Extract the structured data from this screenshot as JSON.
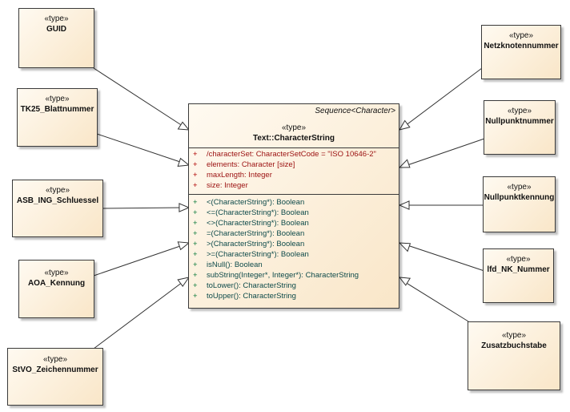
{
  "main_class": {
    "template": "Sequence<Character>",
    "template_prefix": "Sequence<",
    "template_param": "Character",
    "template_suffix": ">",
    "stereotype": "«type»",
    "name": "Text::CharacterString",
    "attributes": [
      {
        "visibility": "+",
        "text": "/characterSet: CharacterSetCode = \"ISO 10646-2\""
      },
      {
        "visibility": "+",
        "text": "elements: Character [size]"
      },
      {
        "visibility": "+",
        "text": "maxLength: Integer"
      },
      {
        "visibility": "+",
        "text": "size: Integer"
      }
    ],
    "operations": [
      {
        "visibility": "+",
        "text": "<(CharacterString*): Boolean"
      },
      {
        "visibility": "+",
        "text": "<=(CharacterString*): Boolean"
      },
      {
        "visibility": "+",
        "text": "<>(CharacterString*): Boolean"
      },
      {
        "visibility": "+",
        "text": "=(CharacterString*): Boolean"
      },
      {
        "visibility": "+",
        "text": ">(CharacterString*): Boolean"
      },
      {
        "visibility": "+",
        "text": ">=(CharacterString*): Boolean"
      },
      {
        "visibility": "+",
        "text": "isNull(): Boolean"
      },
      {
        "visibility": "+",
        "text": "subString(Integer*, Integer*): CharacterString"
      },
      {
        "visibility": "+",
        "text": "toLower(): CharacterString"
      },
      {
        "visibility": "+",
        "text": "toUpper(): CharacterString"
      }
    ]
  },
  "types": [
    {
      "stereotype": "«type»",
      "name": "GUID"
    },
    {
      "stereotype": "«type»",
      "name": "TK25_Blattnummer"
    },
    {
      "stereotype": "«type»",
      "name": "ASB_ING_Schluessel"
    },
    {
      "stereotype": "«type»",
      "name": "AOA_Kennung"
    },
    {
      "stereotype": "«type»",
      "name": "StVO_Zeichennummer"
    },
    {
      "stereotype": "«type»",
      "name": "Netzknotennummer"
    },
    {
      "stereotype": "«type»",
      "name": "Nullpunktnummer"
    },
    {
      "stereotype": "«type»",
      "name": "Nullpunktkennung"
    },
    {
      "stereotype": "«type»",
      "name": "lfd_NK_Nummer"
    },
    {
      "stereotype": "«type»",
      "name": "Zusatzbuchstabe"
    }
  ],
  "relationship": "generalization",
  "colors": {
    "fill_light": "#fffaf1",
    "fill_dark": "#f9e6c8",
    "border": "#3a3a3a",
    "attribute_text": "#9b1010",
    "operation_text": "#0d4a4a"
  }
}
